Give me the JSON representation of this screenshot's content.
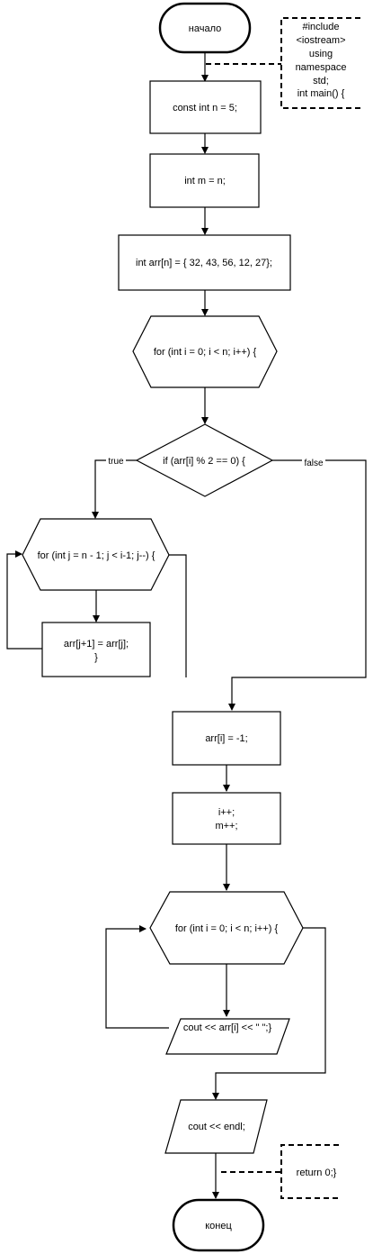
{
  "nodes": {
    "start": "начало",
    "comment_top": [
      "#include",
      "<iostream>",
      "using",
      "namespace",
      "std;",
      "int main() {"
    ],
    "const_n": "const int n = 5;",
    "int_m": "int m = n;",
    "arr_decl": "int arr[n] = { 32, 43, 56, 12, 27};",
    "for_i_1": "for (int i = 0; i < n; i++) {",
    "if_even": "if (arr[i] % 2 == 0) {",
    "for_j": "for (int j = n - 1; j < i-1; j--) {",
    "shift": [
      "arr[j+1] = arr[j];",
      "}"
    ],
    "assign_neg": "arr[i] = -1;",
    "increments": [
      "i++;",
      "m++;"
    ],
    "for_i_2": "for (int i = 0; i < n; i++) {",
    "cout_arr": "cout << arr[i] << \" \";}",
    "cout_endl": "cout << endl;",
    "comment_bottom": "return 0;}",
    "end": "конец"
  },
  "edge_labels": {
    "true": "true",
    "false": "false"
  }
}
